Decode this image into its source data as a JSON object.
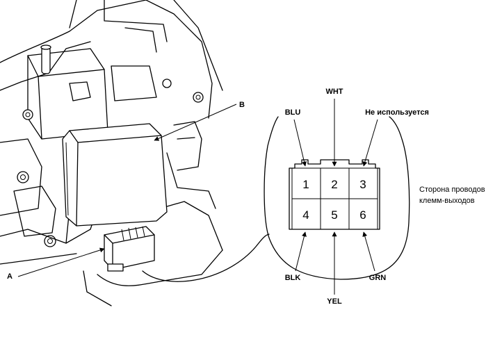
{
  "callouts": {
    "a": "A",
    "b": "B"
  },
  "connector": {
    "caption_line1": "Сторона проводов",
    "caption_line2": "клемм-выходов",
    "pins": [
      {
        "number": "1",
        "wire": "BLU"
      },
      {
        "number": "2",
        "wire": "WHT"
      },
      {
        "number": "3",
        "wire": "Не используется"
      },
      {
        "number": "4",
        "wire": "BLK"
      },
      {
        "number": "5",
        "wire": "YEL"
      },
      {
        "number": "6",
        "wire": "GRN"
      }
    ]
  }
}
